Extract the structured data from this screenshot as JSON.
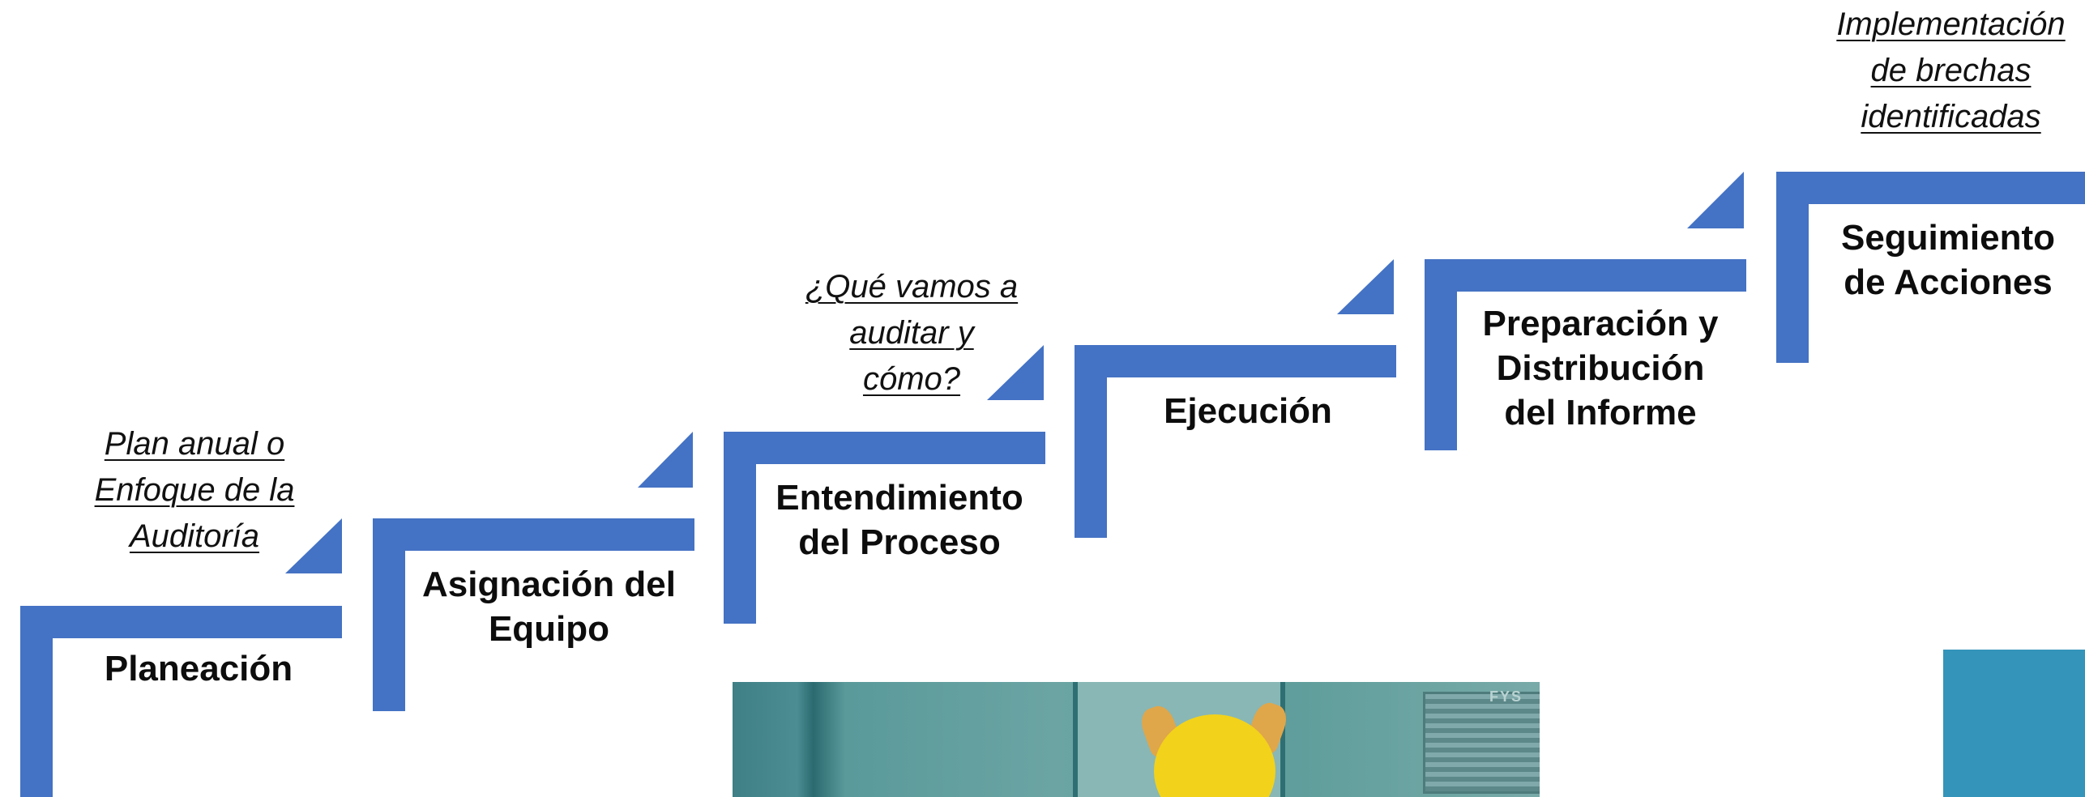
{
  "diagram": {
    "steps": [
      {
        "lines": [
          "Planeación"
        ]
      },
      {
        "lines": [
          "Asignación del",
          "Equipo"
        ]
      },
      {
        "lines": [
          "Entendimiento",
          "del Proceso"
        ]
      },
      {
        "lines": [
          "Ejecución"
        ]
      },
      {
        "lines": [
          "Preparación y",
          "Distribución",
          "del Informe"
        ]
      },
      {
        "lines": [
          "Seguimiento",
          "de Acciones"
        ]
      }
    ],
    "notes": [
      {
        "lines": [
          "Plan anual o",
          "Enfoque de la",
          "Auditoría"
        ]
      },
      {
        "lines": [
          "¿Qué vamos a",
          "auditar y",
          "cómo?"
        ]
      },
      {
        "lines": [
          "Implementación",
          "de brechas",
          "identificadas"
        ]
      }
    ]
  },
  "colors": {
    "step_blue": "#4472c4",
    "teal_square": "#3494ba"
  },
  "image": {
    "watermark": "FYS"
  }
}
